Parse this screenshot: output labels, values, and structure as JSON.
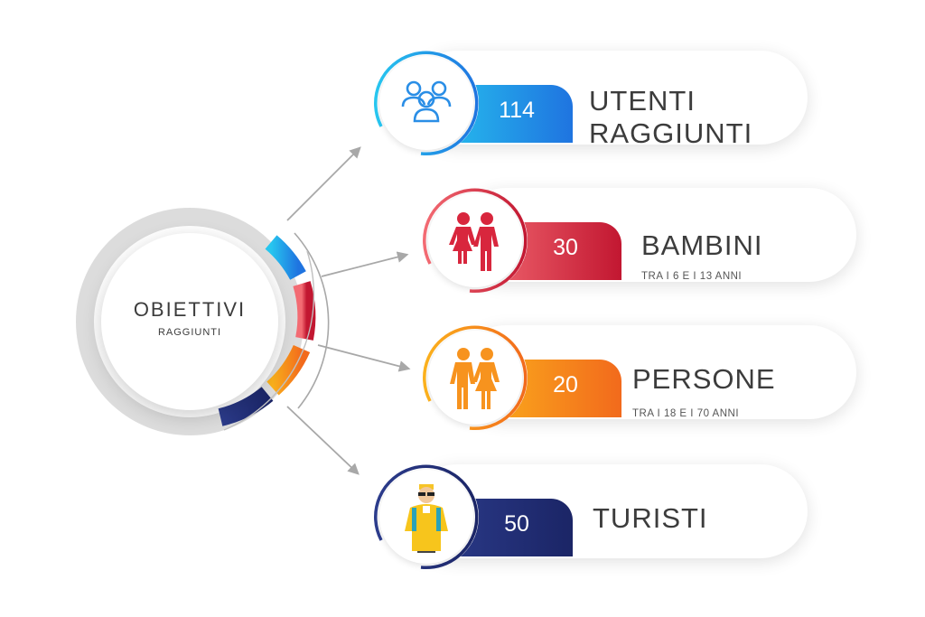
{
  "hub": {
    "title": "OBIETTIVI",
    "subtitle": "RAGGIUNTI"
  },
  "colors": {
    "utenti": [
      "#27c6ef",
      "#1f74e0"
    ],
    "bambini": [
      "#f36b73",
      "#c21731"
    ],
    "persone": [
      "#fbb11c",
      "#f26a1c"
    ],
    "turisti": [
      "#2c3c8c",
      "#1b2566"
    ],
    "ring_base": "#dcdcdc",
    "arrow": "#a8a8a8",
    "text": "#3c3c3c"
  },
  "cards": [
    {
      "key": "utenti",
      "label_line1": "UTENTI",
      "label_line2": "RAGGIUNTI",
      "value": "114",
      "note": "",
      "icon": "people-group-icon"
    },
    {
      "key": "bambini",
      "label_line1": "BAMBINI",
      "label_line2": "",
      "value": "30",
      "note": "TRA I 6 E I 13 ANNI",
      "icon": "children-icon"
    },
    {
      "key": "persone",
      "label_line1": "PERSONE",
      "label_line2": "",
      "value": "20",
      "note": "TRA I 18 E I 70 ANNI",
      "icon": "adults-icon"
    },
    {
      "key": "turisti",
      "label_line1": "TURISTI",
      "label_line2": "",
      "value": "50",
      "note": "",
      "icon": "tourist-icon"
    }
  ]
}
